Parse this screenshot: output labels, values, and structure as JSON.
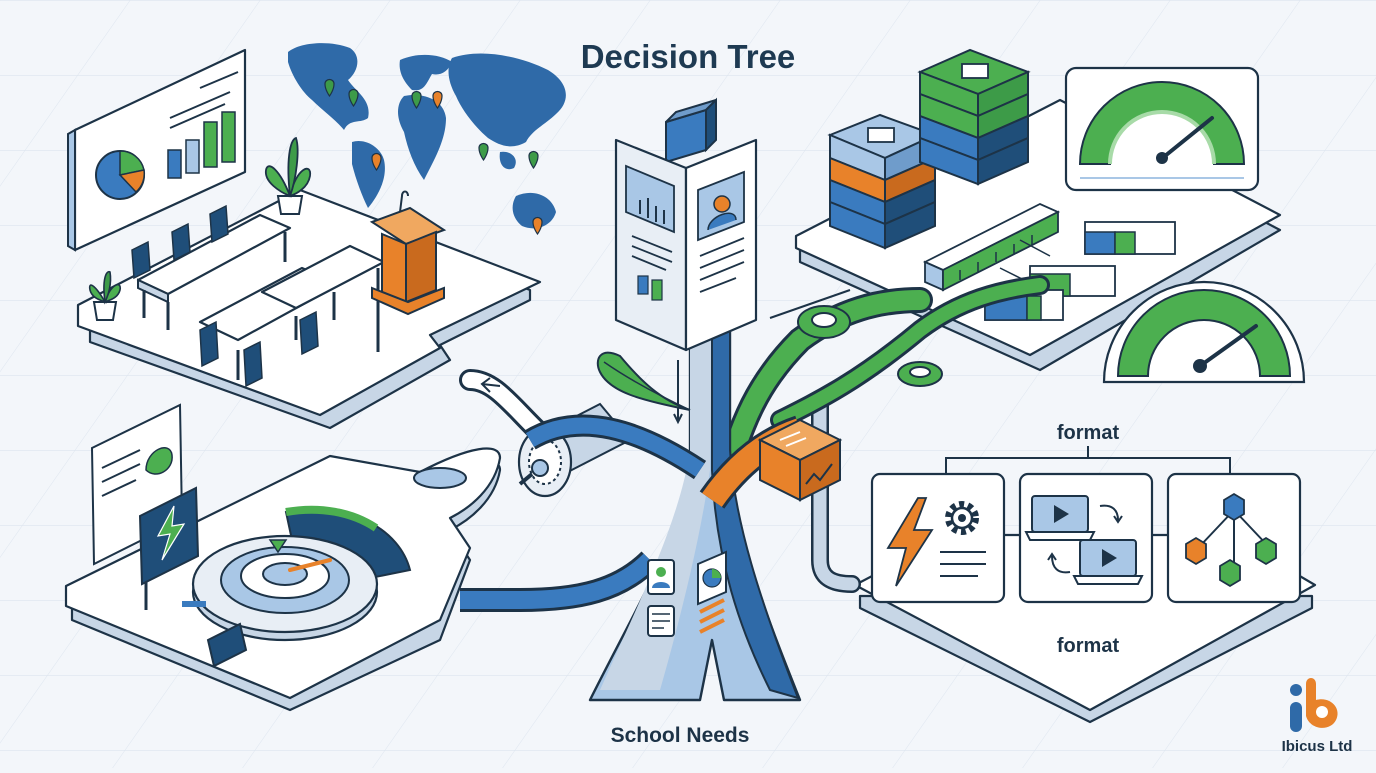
{
  "diagram": {
    "title": "Decision Tree",
    "root_label": "School Needs",
    "branch_label_top": "format",
    "branch_label_bottom": "format"
  },
  "branding": {
    "company": "Ibicus Ltd"
  },
  "colors": {
    "navy": "#1f4e79",
    "blue": "#3a7bbf",
    "light_blue": "#a9c7e6",
    "green": "#4caf50",
    "orange": "#e8822a",
    "outline": "#1d3347",
    "platform": "#ffffff",
    "background": "#f3f6fa"
  },
  "icons": {
    "classroom": "classroom-icon",
    "world_map": "world-map-icon",
    "podium": "podium-icon",
    "servers": "server-stack-icon",
    "gauge": "gauge-icon",
    "dial": "dial-icon",
    "energy": "lightning-icon",
    "gear": "gear-icon",
    "video": "video-laptop-icon",
    "network": "network-cubes-icon"
  }
}
